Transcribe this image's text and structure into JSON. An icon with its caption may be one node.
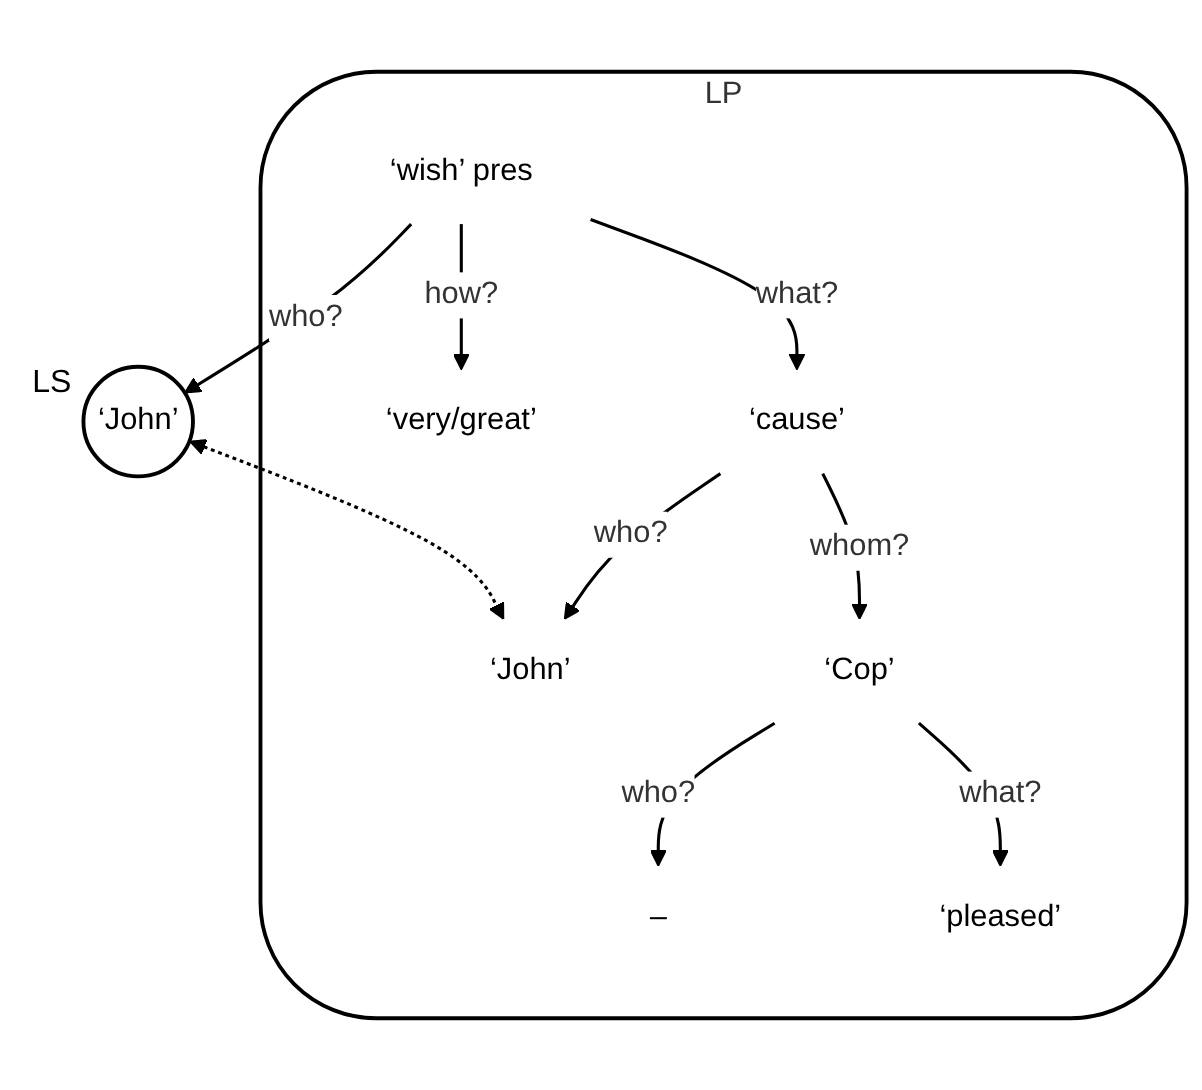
{
  "diagram": {
    "nodes": [
      {
        "text": [
          "LP"
        ]
      },
      {
        "text": [
          "‘wish’ pres"
        ],
        "in": 0
      },
      {
        "text": [
          "‘very/great’"
        ],
        "in": 0
      },
      {
        "text": [
          "‘John’"
        ],
        "beside": [
          "LS"
        ]
      },
      {
        "text": [
          "‘cause’"
        ],
        "in": 0
      },
      {
        "text": [
          "‘John’"
        ],
        "in": 0
      },
      {
        "text": [
          "‘Cop’"
        ],
        "in": 0
      },
      {
        "text": [
          "–"
        ],
        "in": 0
      },
      {
        "text": [
          "‘pleased’"
        ],
        "in": 0
      }
    ],
    "edges": [
      {
        "from": 1,
        "to": 2,
        "arrow": "to",
        "label": "how?"
      },
      {
        "from": 1,
        "to": 3,
        "arrow": "to",
        "label": "who?"
      },
      {
        "from": 1,
        "to": 4,
        "arrow": "to",
        "label": "what?"
      },
      {
        "from": 4,
        "to": 5,
        "arrow": "to",
        "label": "who?"
      },
      {
        "from": 4,
        "to": 6,
        "arrow": "to",
        "label": "whom?"
      },
      {
        "from": 6,
        "to": 7,
        "arrow": "to",
        "label": "who?"
      },
      {
        "from": 6,
        "to": 8,
        "arrow": "to",
        "label": "what?"
      },
      {
        "from": 3,
        "to": 5,
        "arrow": "both",
        "style": "dashed"
      }
    ]
  }
}
